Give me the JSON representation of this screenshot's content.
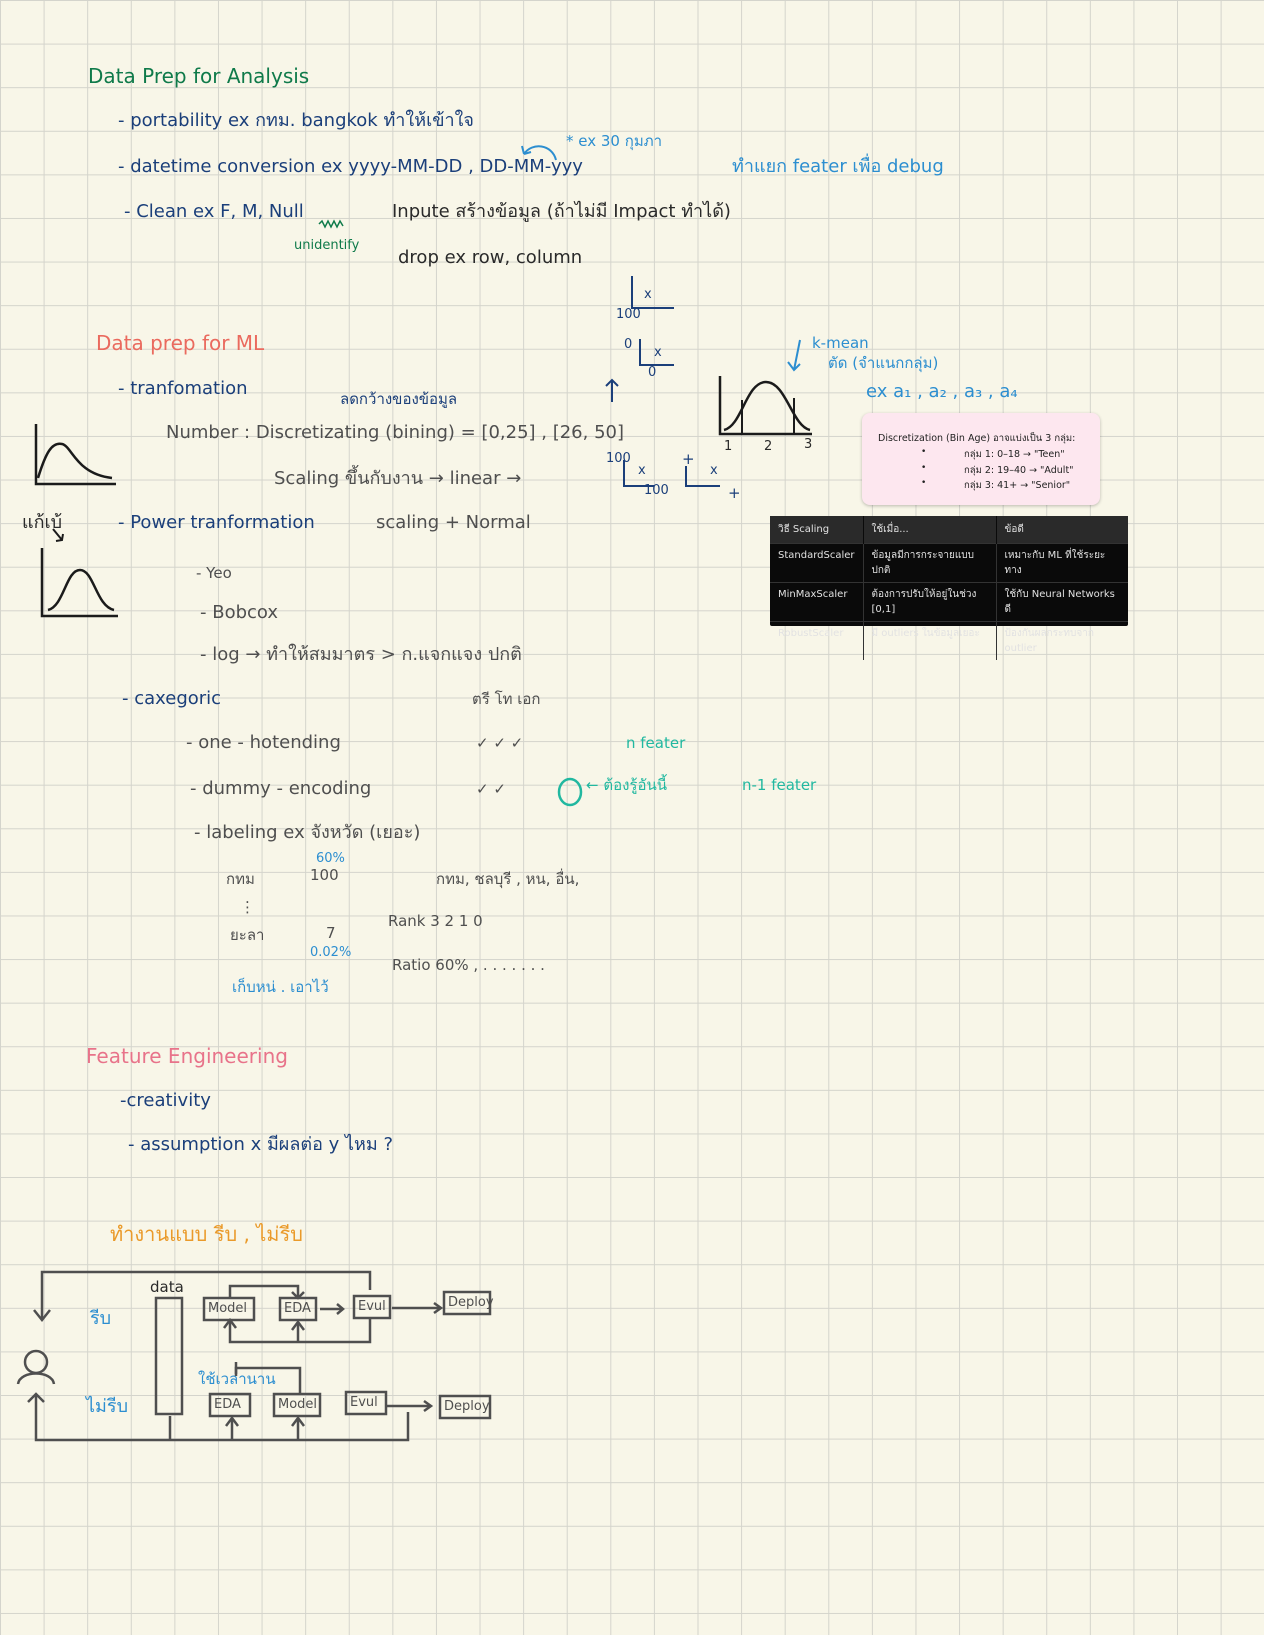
{
  "section_analysis": {
    "title": "Data Prep for Analysis",
    "line1": "- portability  ex  กทม.  bangkok  ทำให้เข้าใจ",
    "line2": "- datetime conversion    ex   yyyy-MM-DD , DD-MM-yyy",
    "note_star": "* ex 30 กุมภา",
    "note_feature": "ทำแยก feater เพื่อ debug",
    "line3": "- Clean   ex  F, M, Null",
    "impute": "Inpute  สร้างข้อมูล  (ถ้าไม่มี Impact ทำได้)",
    "unidentify": "unidentify",
    "drop": "drop  ex  row, column"
  },
  "section_ml": {
    "title": "Data prep for ML",
    "transformation": "- tranfomation",
    "reduce_note": "ลดกว้างของข้อมูล",
    "number_label": "Number  :  Discretizating (bining)  =   [0,25] , [26, 50]",
    "scaling": "Scaling  ขึ้นกับงาน  →  linear  →",
    "kmean": "k-mean",
    "kmean_note": "ตัด (จำแนกกลุ่ม)",
    "quantiles": "ex  a₁ , a₂ , a₃ , a₄",
    "axis_100": "100",
    "axis_0": "0",
    "x_label": "x",
    "plus": "+",
    "tick_1": "1",
    "tick_2": "2",
    "tick_3": "3",
    "skew_note": "แก้เบ้",
    "power": "- Power tranformation",
    "power_note": "scaling + Normal",
    "yeo": "- Yeo",
    "boxcox": "- Bobcox",
    "log": "- log  →  ทำให้สมมาตร  >  ก.แจกแจง ปกติ",
    "categoric": "- caxegoric",
    "degrees": "ตรี   โท   เอก",
    "onehot": "- one - hotending",
    "onehot_checks": "✓    ✓    ✓",
    "onehot_note": "n  feater",
    "dummy": "- dummy - encoding",
    "dummy_checks": "✓    ✓",
    "dummy_note": "← ต้องรู้อันนี้",
    "dummy_n1": "n-1  feater",
    "labeling": "- labeling   ex  จังหวัด (เยอะ)",
    "pct60": "60%",
    "bkk": "กทม",
    "val100": "100",
    "provinces": "กทม, ชลบุรี , หน,  อื่น,",
    "dots": "⋮",
    "yala": "ยะลา",
    "val7": "7",
    "pct002": "0.02%",
    "rank": "Rank   3      2       1       0",
    "ratio": "Ratio  60% , . . . .   . .   .",
    "keep_note": "เก็บหน่ . เอาไว้"
  },
  "section_fe": {
    "title": "Feature  Engineering",
    "creativity": "-creativity",
    "assumption": "- assumption    x   มีผลต่อ   y  ไหม ?"
  },
  "section_workflow": {
    "title": "ทำงานแบบ  รีบ , ไม่รีบ",
    "data_label": "data",
    "rush_label": "รีบ",
    "norush_label": "ไม่รีบ",
    "time_note": "ใช้เวลานาน",
    "row1": [
      "Model",
      "EDA",
      "Evul",
      "Deploy"
    ],
    "row2": [
      "EDA",
      "Model",
      "Evul",
      "Deploy"
    ]
  },
  "pink_card": {
    "title": "Discretization (Bin Age) อาจแบ่งเป็น 3 กลุ่ม:",
    "items": [
      "กลุ่ม 1: 0–18 → \"Teen\"",
      "กลุ่ม 2: 19–40 → \"Adult\"",
      "กลุ่ม 3: 41+ → \"Senior\""
    ]
  },
  "scaling_table": {
    "headers": [
      "วิธี Scaling",
      "ใช้เมื่อ...",
      "ข้อดี"
    ],
    "rows": [
      [
        "StandardScaler",
        "ข้อมูลมีการกระจายแบบปกติ",
        "เหมาะกับ ML ที่ใช้ระยะทาง"
      ],
      [
        "MinMaxScaler",
        "ต้องการปรับให้อยู่ในช่วง [0,1]",
        "ใช้กับ Neural Networks ดี"
      ],
      [
        "RobustScaler",
        "มี outliers ในข้อมูลเยอะ",
        "ป้องกันผลกระทบจาก outlier"
      ]
    ]
  },
  "colors": {
    "green": "#0f7a4a",
    "navy": "#1b3f7a",
    "blue": "#2c8ed0",
    "red": "#ea6a5e",
    "pink": "#e8738a",
    "teal": "#21b8a0",
    "orange": "#ea9a2a"
  }
}
